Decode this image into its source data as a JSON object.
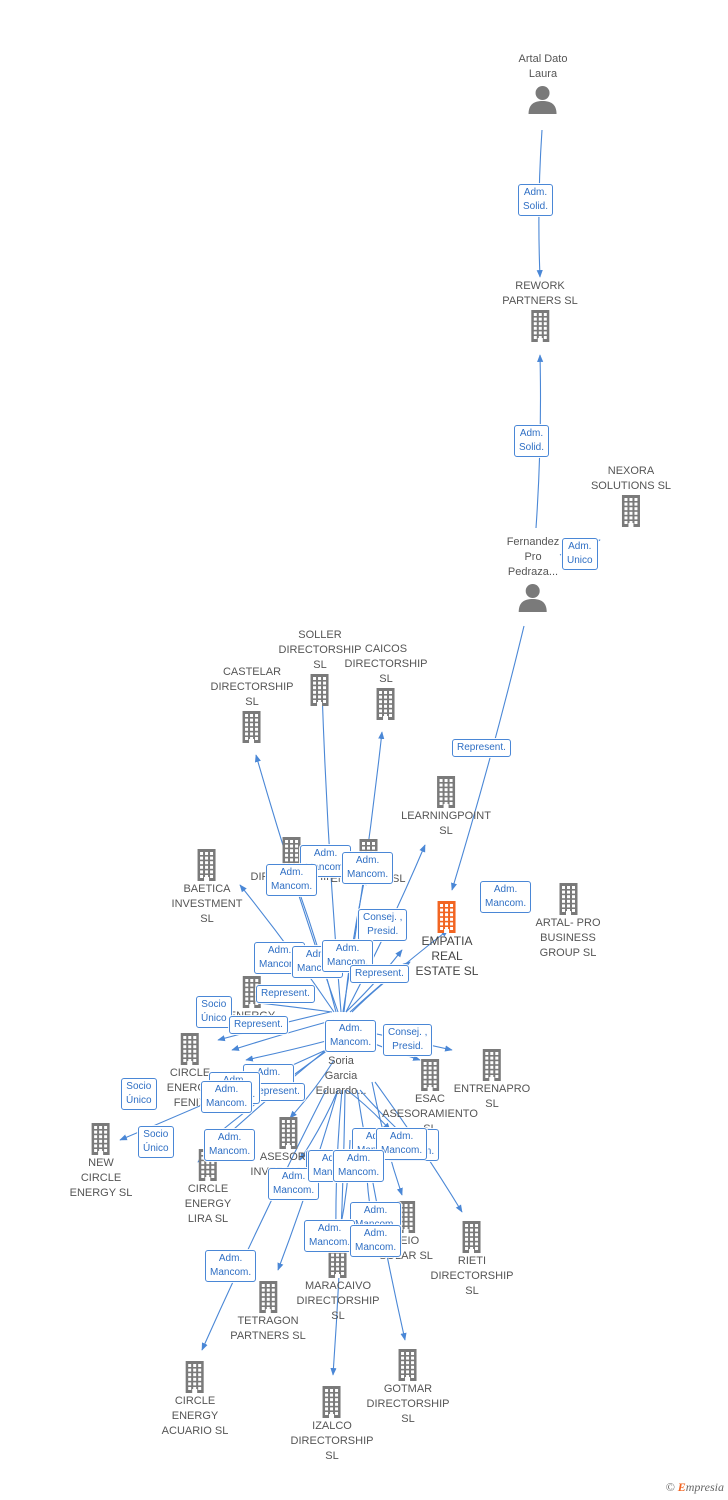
{
  "colors": {
    "node": "#7a7a7a",
    "highlight": "#f26522",
    "edge": "#4a87d6",
    "label_text": "#2f6fc4"
  },
  "nodes": [
    {
      "id": "artal_dato_laura",
      "label": "Artal Dato\nLaura",
      "type": "person-icon"
    },
    {
      "id": "rework_partners",
      "label": "REWORK\nPARTNERS  SL",
      "type": "building-icon"
    },
    {
      "id": "nexora_solutions",
      "label": "NEXORA\nSOLUTIONS SL",
      "type": "building-icon"
    },
    {
      "id": "fernandez_pro",
      "label": "Fernandez\nPro\nPedraza...",
      "type": "person-icon"
    },
    {
      "id": "soller_directorship",
      "label": "SOLLER\nDIRECTORSHIP\nSL",
      "type": "building-icon"
    },
    {
      "id": "caicos_directorship",
      "label": "CAICOS\nDIRECTORSHIP\nSL",
      "type": "building-icon"
    },
    {
      "id": "castelar_directorship",
      "label": "CASTELAR\nDIRECTORSHIP\nSL",
      "type": "building-icon"
    },
    {
      "id": "learningpoint",
      "label": "LEARNINGPOINT\nSL",
      "type": "building-icon"
    },
    {
      "id": "baetica_investment",
      "label": "BAETICA\nINVESTMENT\nSL",
      "type": "building-icon"
    },
    {
      "id": "directorship_a",
      "label": "DIRECTORSHIP\nSL",
      "type": "building-icon"
    },
    {
      "id": "energy_iii",
      "label": "ENERGY III  SL",
      "type": "building-icon"
    },
    {
      "id": "empatia_real_estate",
      "label": "EMPATIA\nREAL\nESTATE  SL",
      "type": "building-icon",
      "highlight": true
    },
    {
      "id": "artal_pro_business",
      "label": "ARTAL- PRO\nBUSINESS\nGROUP  SL",
      "type": "building-icon"
    },
    {
      "id": "energy_and",
      "label": "ENERGY\nAND...",
      "type": "building-icon"
    },
    {
      "id": "circle_energy_fenix",
      "label": "CIRCLE\nENERGY\nFENIX",
      "type": "building-icon"
    },
    {
      "id": "soria_garcia",
      "label": "Soria\nGarcia\nEduardo...",
      "type": "person-icon"
    },
    {
      "id": "esac_asesoramiento",
      "label": "ESAC\nASESORAMIENTO\nSL",
      "type": "building-icon"
    },
    {
      "id": "entrenapro",
      "label": "ENTRENAPRO\nSL",
      "type": "building-icon"
    },
    {
      "id": "new_circle_energy",
      "label": "NEW\nCIRCLE\nENERGY  SL",
      "type": "building-icon"
    },
    {
      "id": "circle_energy_lira",
      "label": "CIRCLE\nENERGY\nLIRA  SL",
      "type": "building-icon"
    },
    {
      "id": "asesoria_inversiones",
      "label": "ASESORIA\nINVERSIONES",
      "type": "building-icon"
    },
    {
      "id": "keio_solar",
      "label": "KEIO\nSOLAR  SL",
      "type": "building-icon"
    },
    {
      "id": "rieti_directorship",
      "label": "RIETI\nDIRECTORSHIP\nSL",
      "type": "building-icon"
    },
    {
      "id": "maracaivo_directorship",
      "label": "MARACAIVO\nDIRECTORSHIP\nSL",
      "type": "building-icon"
    },
    {
      "id": "tetragon_partners",
      "label": "TETRAGON\nPARTNERS  SL",
      "type": "building-icon"
    },
    {
      "id": "circle_energy_acuario",
      "label": "CIRCLE\nENERGY\nACUARIO  SL",
      "type": "building-icon"
    },
    {
      "id": "izalco_directorship",
      "label": "IZALCO\nDIRECTORSHIP\nSL",
      "type": "building-icon"
    },
    {
      "id": "gotmar_directorship",
      "label": "GOTMAR\nDIRECTORSHIP\nSL",
      "type": "building-icon"
    }
  ],
  "edge_labels": [
    "Adm.\nSolid.",
    "Adm.\nSolid.",
    "Adm.\nUnico",
    "Represent.",
    "Adm.\nMancom.",
    "Adm.\nMancom.",
    "Adm.\nMancom.",
    "Adm.\nMancom.",
    "Consej. ,\nPresid.",
    "Adm.\nMancom.",
    "Adm.\nMancom.",
    "Adm.\nMancom.",
    "Represent.",
    "Represent.",
    "Socio\nÚnico",
    "Represent.",
    "Adm.\nMancom.",
    "Consej. ,\nPresid.",
    "Adm.\nMancom.",
    "Represent.",
    "Adm.\nMancom.",
    "Socio\nÚnico",
    "Socio\nÚnico",
    "Adm.\nMancom.",
    "Adm.\nMancom.",
    "Adm.\nMancom.",
    "Adm.\nMancom.",
    "Adm.\nMancom.",
    "Adm.\nMancom.",
    "Adm.\nMancom.",
    "Adm.\nMancom.",
    "Adm.\nMancom.",
    "Adm.\nMancom.",
    "Adm.\nMancom.",
    "Adm.\nMancom.",
    "Adm.\nMancom."
  ],
  "watermark": {
    "symbol": "©",
    "brand_initial": "E",
    "brand_rest": "mpresia"
  }
}
